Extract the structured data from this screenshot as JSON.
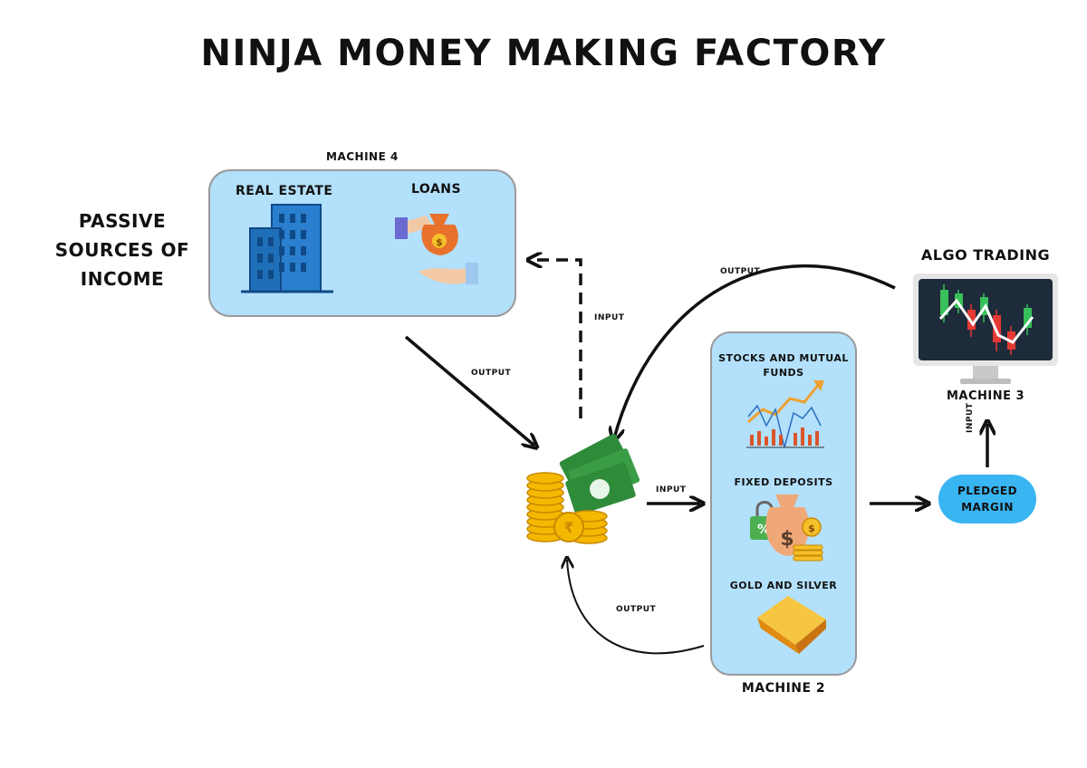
{
  "title": "NINJA MONEY MAKING FACTORY",
  "passive_income_label": "PASSIVE SOURCES OF INCOME",
  "machine4": {
    "label": "MACHINE 4",
    "items": [
      "REAL ESTATE",
      "LOANS"
    ]
  },
  "machine2": {
    "label": "MACHINE 2",
    "items": [
      "STOCKS AND MUTUAL FUNDS",
      "FIXED DEPOSITS",
      "GOLD AND SILVER"
    ]
  },
  "machine3": {
    "label": "MACHINE 3",
    "name": "ALGO TRADING"
  },
  "pledged_margin": "PLEDGED MARGIN",
  "arrows": {
    "machine4_output": "OUTPUT",
    "machine4_input": "INPUT",
    "algo_output": "OUTPUT",
    "machine2_input": "INPUT",
    "machine2_output": "OUTPUT",
    "machine3_input": "INPUT"
  },
  "colors": {
    "box_fill": "#b3e0fb",
    "pledged_fill": "#39b5f2",
    "building_blue": "#1f6fb8",
    "money_green": "#2e8b3a",
    "coin_gold": "#f5b800"
  }
}
